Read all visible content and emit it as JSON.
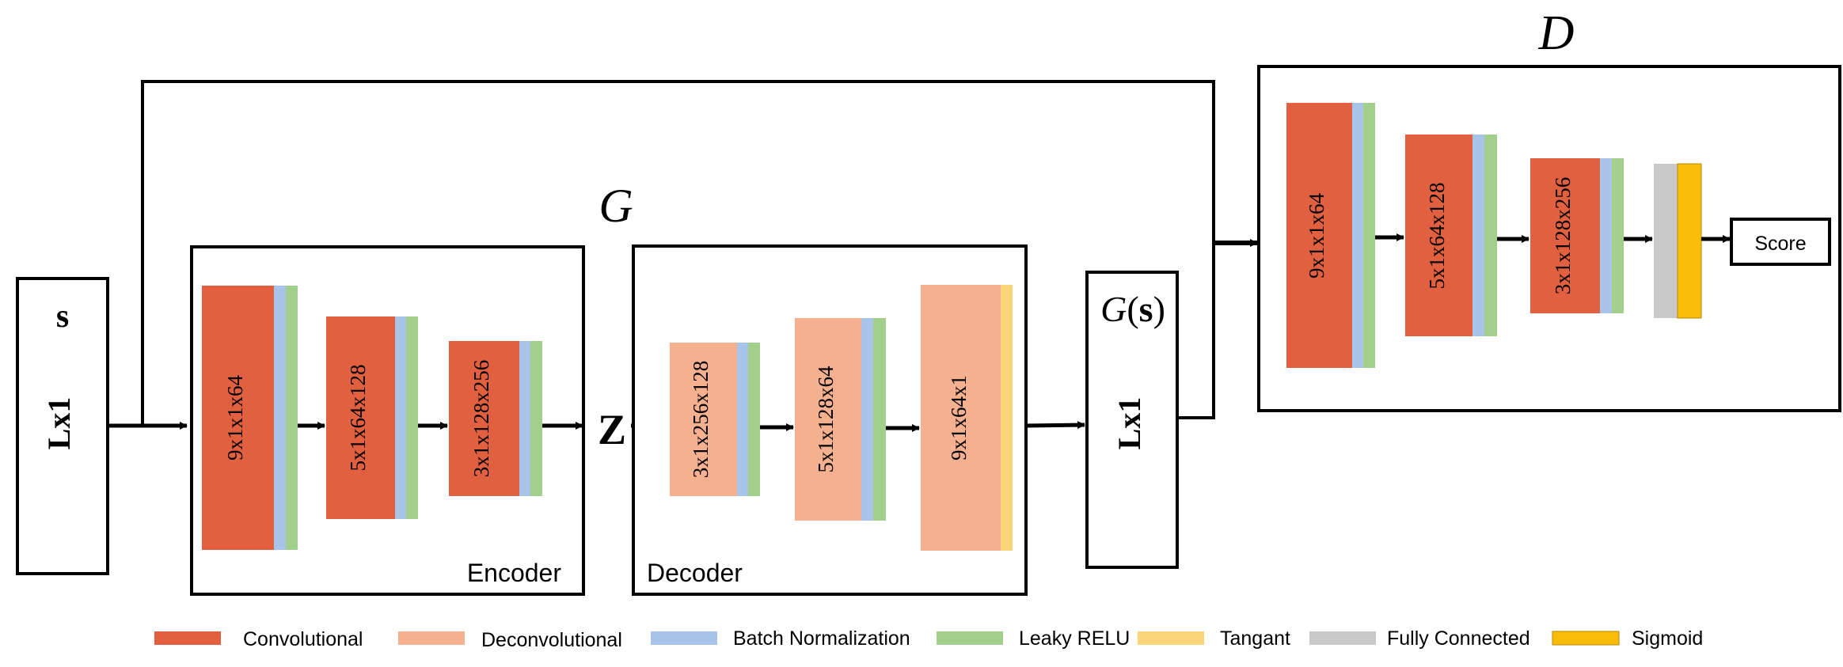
{
  "colors": {
    "convolutional": "#e06040",
    "deconvolutional": "#f5b090",
    "batch_normalization": "#a8c4e8",
    "leaky_relu": "#a3cf8c",
    "tangant": "#fad57a",
    "fully_connected": "#c8c8c8",
    "sigmoid": "#fbbc05",
    "line": "#000000"
  },
  "input": {
    "symbol": "s",
    "size": "Lx1"
  },
  "generator": {
    "symbol": "G",
    "encoder": {
      "label": "Encoder",
      "layers": [
        "9x1x1x64",
        "5x1x64x128",
        "3x1x128x256"
      ]
    },
    "latent": "Z",
    "decoder": {
      "label": "Decoder",
      "layers": [
        "3x1x256x128",
        "5x1x128x64",
        "9x1x64x1"
      ]
    }
  },
  "output": {
    "symbol_g": "G",
    "symbol_open": "(",
    "symbol_s": "s",
    "symbol_close": ")",
    "size": "Lx1"
  },
  "discriminator": {
    "symbol": "D",
    "layers": [
      "9x1x1x64",
      "5x1x64x128",
      "3x1x128x256"
    ],
    "score": "Score"
  },
  "legend": [
    {
      "key": "convolutional",
      "label": "Convolutional"
    },
    {
      "key": "deconvolutional",
      "label": "Deconvolutional"
    },
    {
      "key": "batch_normalization",
      "label": "Batch Normalization"
    },
    {
      "key": "leaky_relu",
      "label": "Leaky RELU"
    },
    {
      "key": "tangant",
      "label": "Tangant"
    },
    {
      "key": "fully_connected",
      "label": "Fully Connected"
    },
    {
      "key": "sigmoid",
      "label": "Sigmoid"
    }
  ]
}
